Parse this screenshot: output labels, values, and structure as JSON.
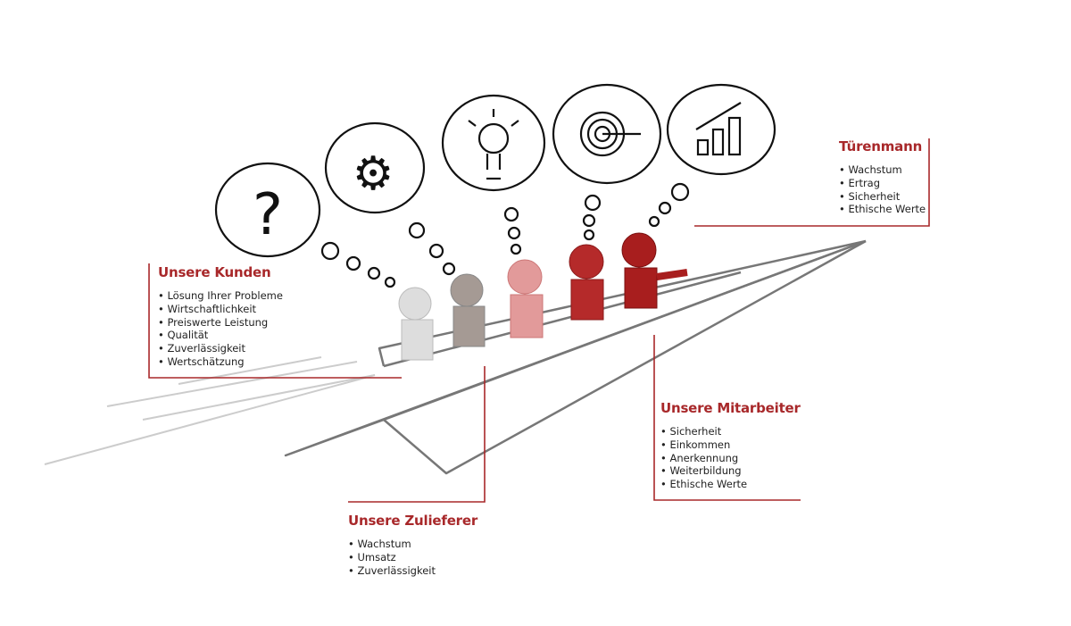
{
  "colors": {
    "accent": "#a8282a",
    "line": "#8a8a8a"
  },
  "groups": {
    "kunden": {
      "title": "Unsere Kunden",
      "items": [
        "Lösung Ihrer Probleme",
        "Wirtschaftlichkeit",
        "Preiswerte Leistung",
        "Qualität",
        "Zuverlässigkeit",
        "Wertschätzung"
      ]
    },
    "turenmann": {
      "title": "Türenmann",
      "items": [
        "Wachstum",
        "Ertrag",
        "Sicherheit",
        "Ethische Werte"
      ]
    },
    "zulieferer": {
      "title": "Unsere Zulieferer",
      "items": [
        "Wachstum",
        "Umsatz",
        "Zuverlässigkeit"
      ]
    },
    "mitarbeiter": {
      "title": "Unsere Mitarbeiter",
      "items": [
        "Sicherheit",
        "Einkommen",
        "Anerkennung",
        "Weiterbildung",
        "Ethische Werte"
      ]
    }
  },
  "bubbles": [
    "question-mark-icon",
    "gears-icon",
    "light-bulb-icon",
    "target-icon",
    "growth-chart-icon"
  ]
}
